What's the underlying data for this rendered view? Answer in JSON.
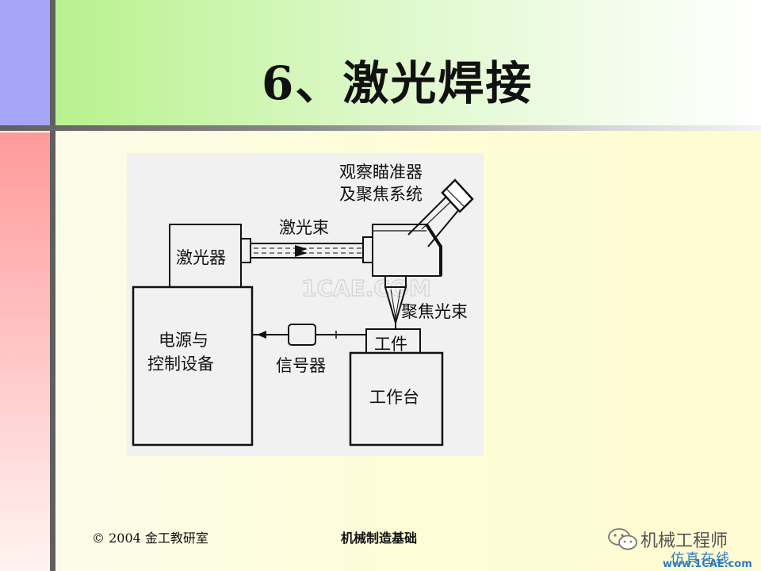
{
  "slide": {
    "title": "6、激光焊接"
  },
  "diagram": {
    "labels": {
      "observation_line1": "观察瞄准器",
      "observation_line2": "及聚焦系统",
      "laser_beam": "激光束",
      "laser": "激光器",
      "focused_beam": "聚焦光束",
      "workpiece": "工件",
      "power_line1": "电源与",
      "power_line2": "控制设备",
      "signal": "信号器",
      "worktable": "工作台",
      "watermark": "1CAE.COM"
    }
  },
  "footer": {
    "copyright": "© 2004 金工教研室",
    "course": "机械制造基础"
  },
  "watermark": {
    "account": "机械工程师",
    "site_cn": "仿真在线",
    "url": "www.1CAE.com"
  },
  "colors": {
    "header_green": "#b8f28e",
    "side_purple": "#a5a5f5",
    "side_pink": "#ff9a9a",
    "divider_gray": "#5f5f5f",
    "watermark_blue": "#2e7cc7"
  }
}
